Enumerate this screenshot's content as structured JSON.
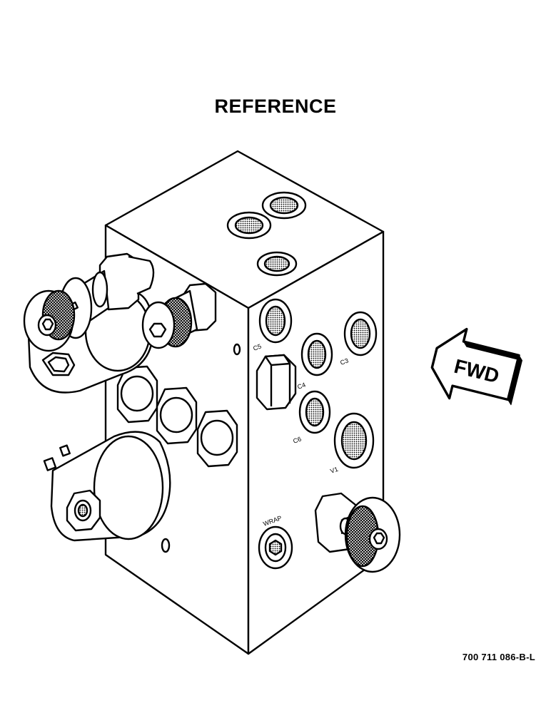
{
  "title": "REFERENCE",
  "part_number": "700 711 086-B-L",
  "direction_label": "FWD",
  "port_labels": {
    "c5": "C5",
    "c3": "C3",
    "c4": "C4",
    "c6": "C6",
    "v1": "V1",
    "wrap": "WRAP"
  }
}
